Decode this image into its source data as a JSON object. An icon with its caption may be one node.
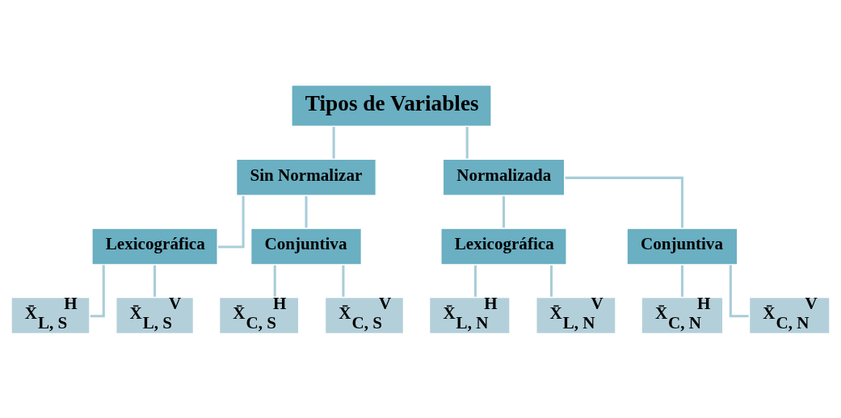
{
  "diagram": {
    "nodes": [
      {
        "text": [
          "Tipos de Variables"
        ]
      },
      {
        "text": [
          "Sin Normalizar"
        ]
      },
      {
        "text": [
          "Normalizada"
        ]
      },
      {
        "text": [
          "Lexicográfica"
        ]
      },
      {
        "text": [
          "Conjuntiva"
        ]
      },
      {
        "text": [
          "Lexicográfica"
        ]
      },
      {
        "text": [
          "Conjuntiva"
        ]
      },
      {
        "text": [
          "X̄$_{L, S}$$^{H}$"
        ]
      },
      {
        "text": [
          "X̄$_{L, S}$$^{V}$"
        ]
      },
      {
        "text": [
          "X̄$_{C, S}$$^{H}$"
        ]
      },
      {
        "text": [
          "X̄$_{C, S}$$^{V}$"
        ]
      },
      {
        "text": [
          "X̄$_{L, N}$$^{H}$"
        ]
      },
      {
        "text": [
          "X̄$_{L, N}$$^{V}$"
        ]
      },
      {
        "text": [
          "X̄$_{C, N}$$^{H}$"
        ]
      },
      {
        "text": [
          "X̄$_{C, N}$$^{V}$"
        ]
      }
    ],
    "edges": [
      {
        "from": 0,
        "to": 1,
        "arrow": "none"
      },
      {
        "from": 0,
        "to": 2,
        "arrow": "none"
      },
      {
        "from": 1,
        "to": 3,
        "arrow": "none"
      },
      {
        "from": 1,
        "to": 4,
        "arrow": "none"
      },
      {
        "from": 2,
        "to": 5,
        "arrow": "none"
      },
      {
        "from": 2,
        "to": 6,
        "arrow": "none"
      },
      {
        "from": 3,
        "to": 7,
        "arrow": "none"
      },
      {
        "from": 3,
        "to": 8,
        "arrow": "none"
      },
      {
        "from": 4,
        "to": 9,
        "arrow": "none"
      },
      {
        "from": 4,
        "to": 10,
        "arrow": "none"
      },
      {
        "from": 5,
        "to": 11,
        "arrow": "none"
      },
      {
        "from": 5,
        "to": 12,
        "arrow": "none"
      },
      {
        "from": 6,
        "to": 13,
        "arrow": "none"
      },
      {
        "from": 6,
        "to": 14,
        "arrow": "none"
      }
    ]
  }
}
